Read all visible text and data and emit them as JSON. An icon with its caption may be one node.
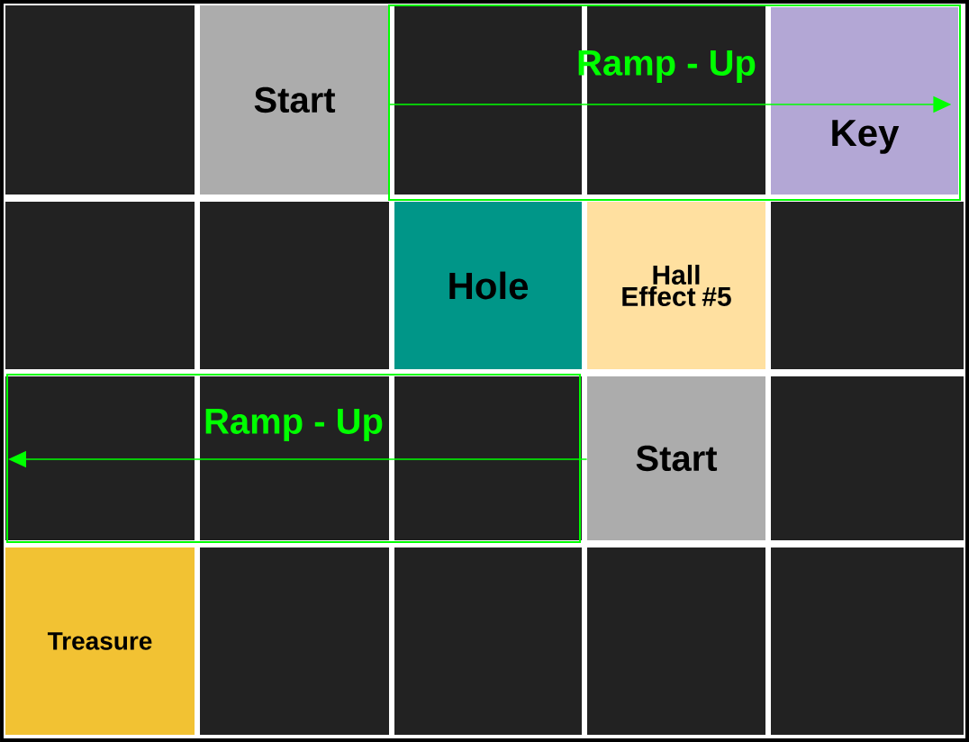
{
  "diagram": {
    "nodes": [
      {
        "text": [
          "Start"
        ]
      },
      {
        "text": [],
        "shape": "box"
      },
      {
        "text": [
          "Key"
        ],
        "in": 1
      },
      {
        "text": [
          "Hole"
        ]
      },
      {
        "text": [
          "Hall Effect #5"
        ]
      },
      {
        "text": [],
        "shape": "box"
      },
      {
        "text": [
          "Start"
        ]
      },
      {
        "text": [
          "Treasure"
        ]
      }
    ],
    "edges": [
      {
        "from": 0,
        "to": 2,
        "arrow": "to",
        "label": "Ramp - Up"
      },
      {
        "from": 6,
        "to": 5,
        "arrow": "to",
        "label": "Ramp - Up"
      }
    ]
  }
}
